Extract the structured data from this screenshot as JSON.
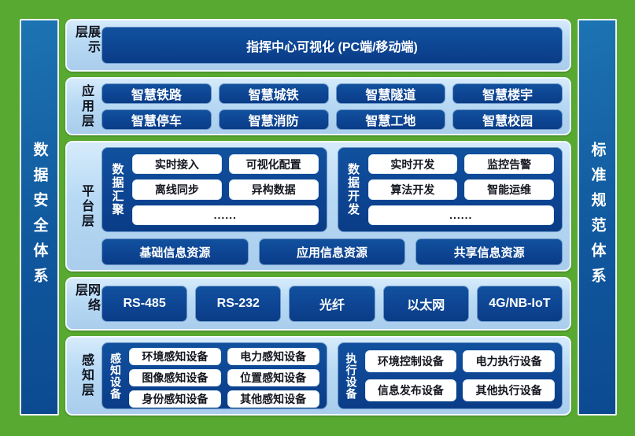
{
  "colors": {
    "background_green": "#58a931",
    "bar_blue": "#10589e",
    "layer_light_blue": "#b7d9f4",
    "box_dark_blue": "#0d4492",
    "white_box": "#ffffff",
    "text_on_dark": "#ffffff",
    "text_on_light": "#10141f"
  },
  "side_bars": {
    "left": {
      "label": "数据安全体系"
    },
    "right": {
      "label": "标准规范体系"
    }
  },
  "layers": {
    "display": {
      "label": "展示层",
      "box": "指挥中心可视化 (PC端/移动端)"
    },
    "application": {
      "label": "应用层",
      "boxes": [
        "智慧铁路",
        "智慧城铁",
        "智慧隧道",
        "智慧楼宇",
        "智慧停车",
        "智慧消防",
        "智慧工地",
        "智慧校园"
      ]
    },
    "platform": {
      "label": "平台层",
      "panels": [
        {
          "title": "数据汇聚",
          "items": [
            "实时接入",
            "可视化配置",
            "离线同步",
            "异构数据"
          ],
          "more": "......"
        },
        {
          "title": "数据开发",
          "items": [
            "实时开发",
            "监控告警",
            "算法开发",
            "智能运维"
          ],
          "more": "......"
        }
      ],
      "resources": [
        "基础信息资源",
        "应用信息资源",
        "共享信息资源"
      ]
    },
    "network": {
      "label": "网络层",
      "boxes": [
        "RS-485",
        "RS-232",
        "光纤",
        "以太网",
        "4G/NB-IoT"
      ]
    },
    "perception": {
      "label": "感知层",
      "panels": [
        {
          "title": "感知设备",
          "items": [
            "环境感知设备",
            "电力感知设备",
            "图像感知设备",
            "位置感知设备",
            "身份感知设备",
            "其他感知设备"
          ]
        },
        {
          "title": "执行设备",
          "items": [
            "环境控制设备",
            "电力执行设备",
            "信息发布设备",
            "其他执行设备"
          ]
        }
      ]
    }
  }
}
